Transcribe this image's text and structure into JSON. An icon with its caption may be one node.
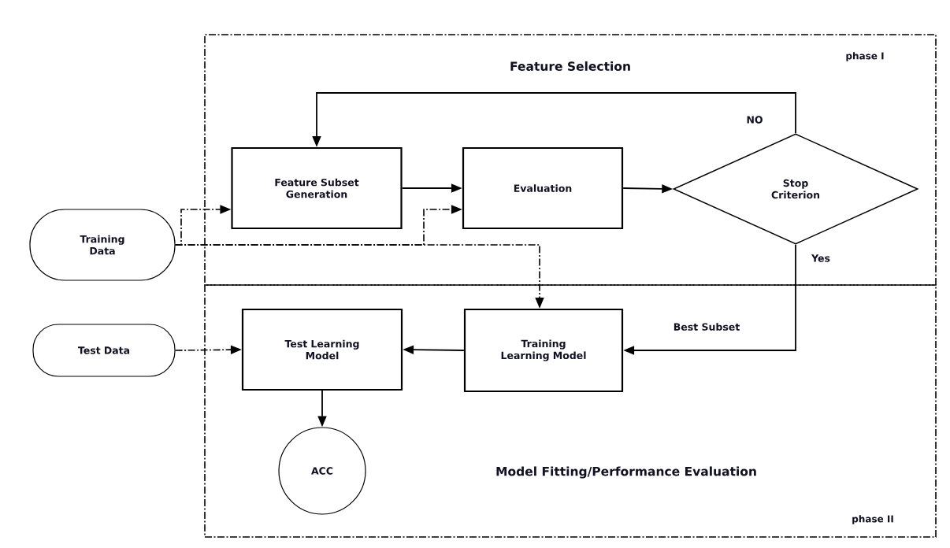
{
  "diagram": {
    "nodes": [
      {
        "text": [
          "Feature Selection",
          "phase I"
        ]
      },
      {
        "text": [
          "Feature Subset Generation"
        ],
        "in": 0
      },
      {
        "text": [
          "Evaluation"
        ],
        "in": 0
      },
      {
        "text": [
          "Stop Criterion"
        ],
        "in": 0
      },
      {
        "text": [
          "Training Data"
        ]
      },
      {
        "text": [
          "Model Fitting/Performance Evaluation",
          "phase II"
        ]
      },
      {
        "text": [
          "Test Data"
        ]
      },
      {
        "text": [
          "Test Learning Model"
        ],
        "in": 5
      },
      {
        "text": [
          "Training Learning Model"
        ],
        "in": 5
      },
      {
        "text": [
          "ACC"
        ],
        "in": 5
      }
    ],
    "edges": [
      {
        "from": 1,
        "to": 2,
        "arrow": "to"
      },
      {
        "from": 2,
        "to": 3,
        "arrow": "to"
      },
      {
        "from": 3,
        "to": 1,
        "arrow": "to",
        "label": "NO"
      },
      {
        "from": 3,
        "to": 8,
        "arrow": "to",
        "label": "Yes"
      },
      {
        "from": 4,
        "to": 1,
        "arrow": "to",
        "style": "dashed"
      },
      {
        "from": 4,
        "to": 2,
        "arrow": "to",
        "style": "dashed"
      },
      {
        "from": 4,
        "to": 8,
        "arrow": "to",
        "style": "dashed"
      },
      {
        "from": 6,
        "to": 7,
        "arrow": "to",
        "style": "dashed"
      },
      {
        "from": 8,
        "to": 7,
        "arrow": "to"
      },
      {
        "from": 7,
        "to": 9,
        "arrow": "to"
      }
    ],
    "labels": [
      "Best Subset"
    ]
  }
}
